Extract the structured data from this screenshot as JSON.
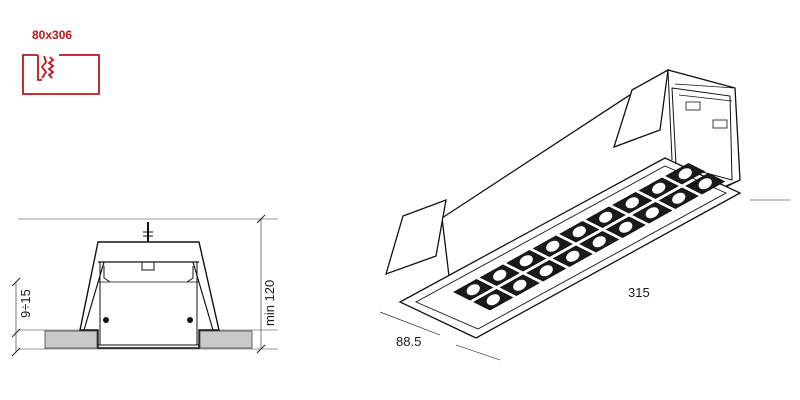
{
  "cutout": {
    "label": "80x306",
    "color": "#c0141c"
  },
  "side_view": {
    "ceiling_thickness": "9÷15",
    "recess_depth": "min 120"
  },
  "perspective_view": {
    "length": "315",
    "width": "88.5",
    "led_cells_per_row": 9,
    "led_rows": 2
  }
}
